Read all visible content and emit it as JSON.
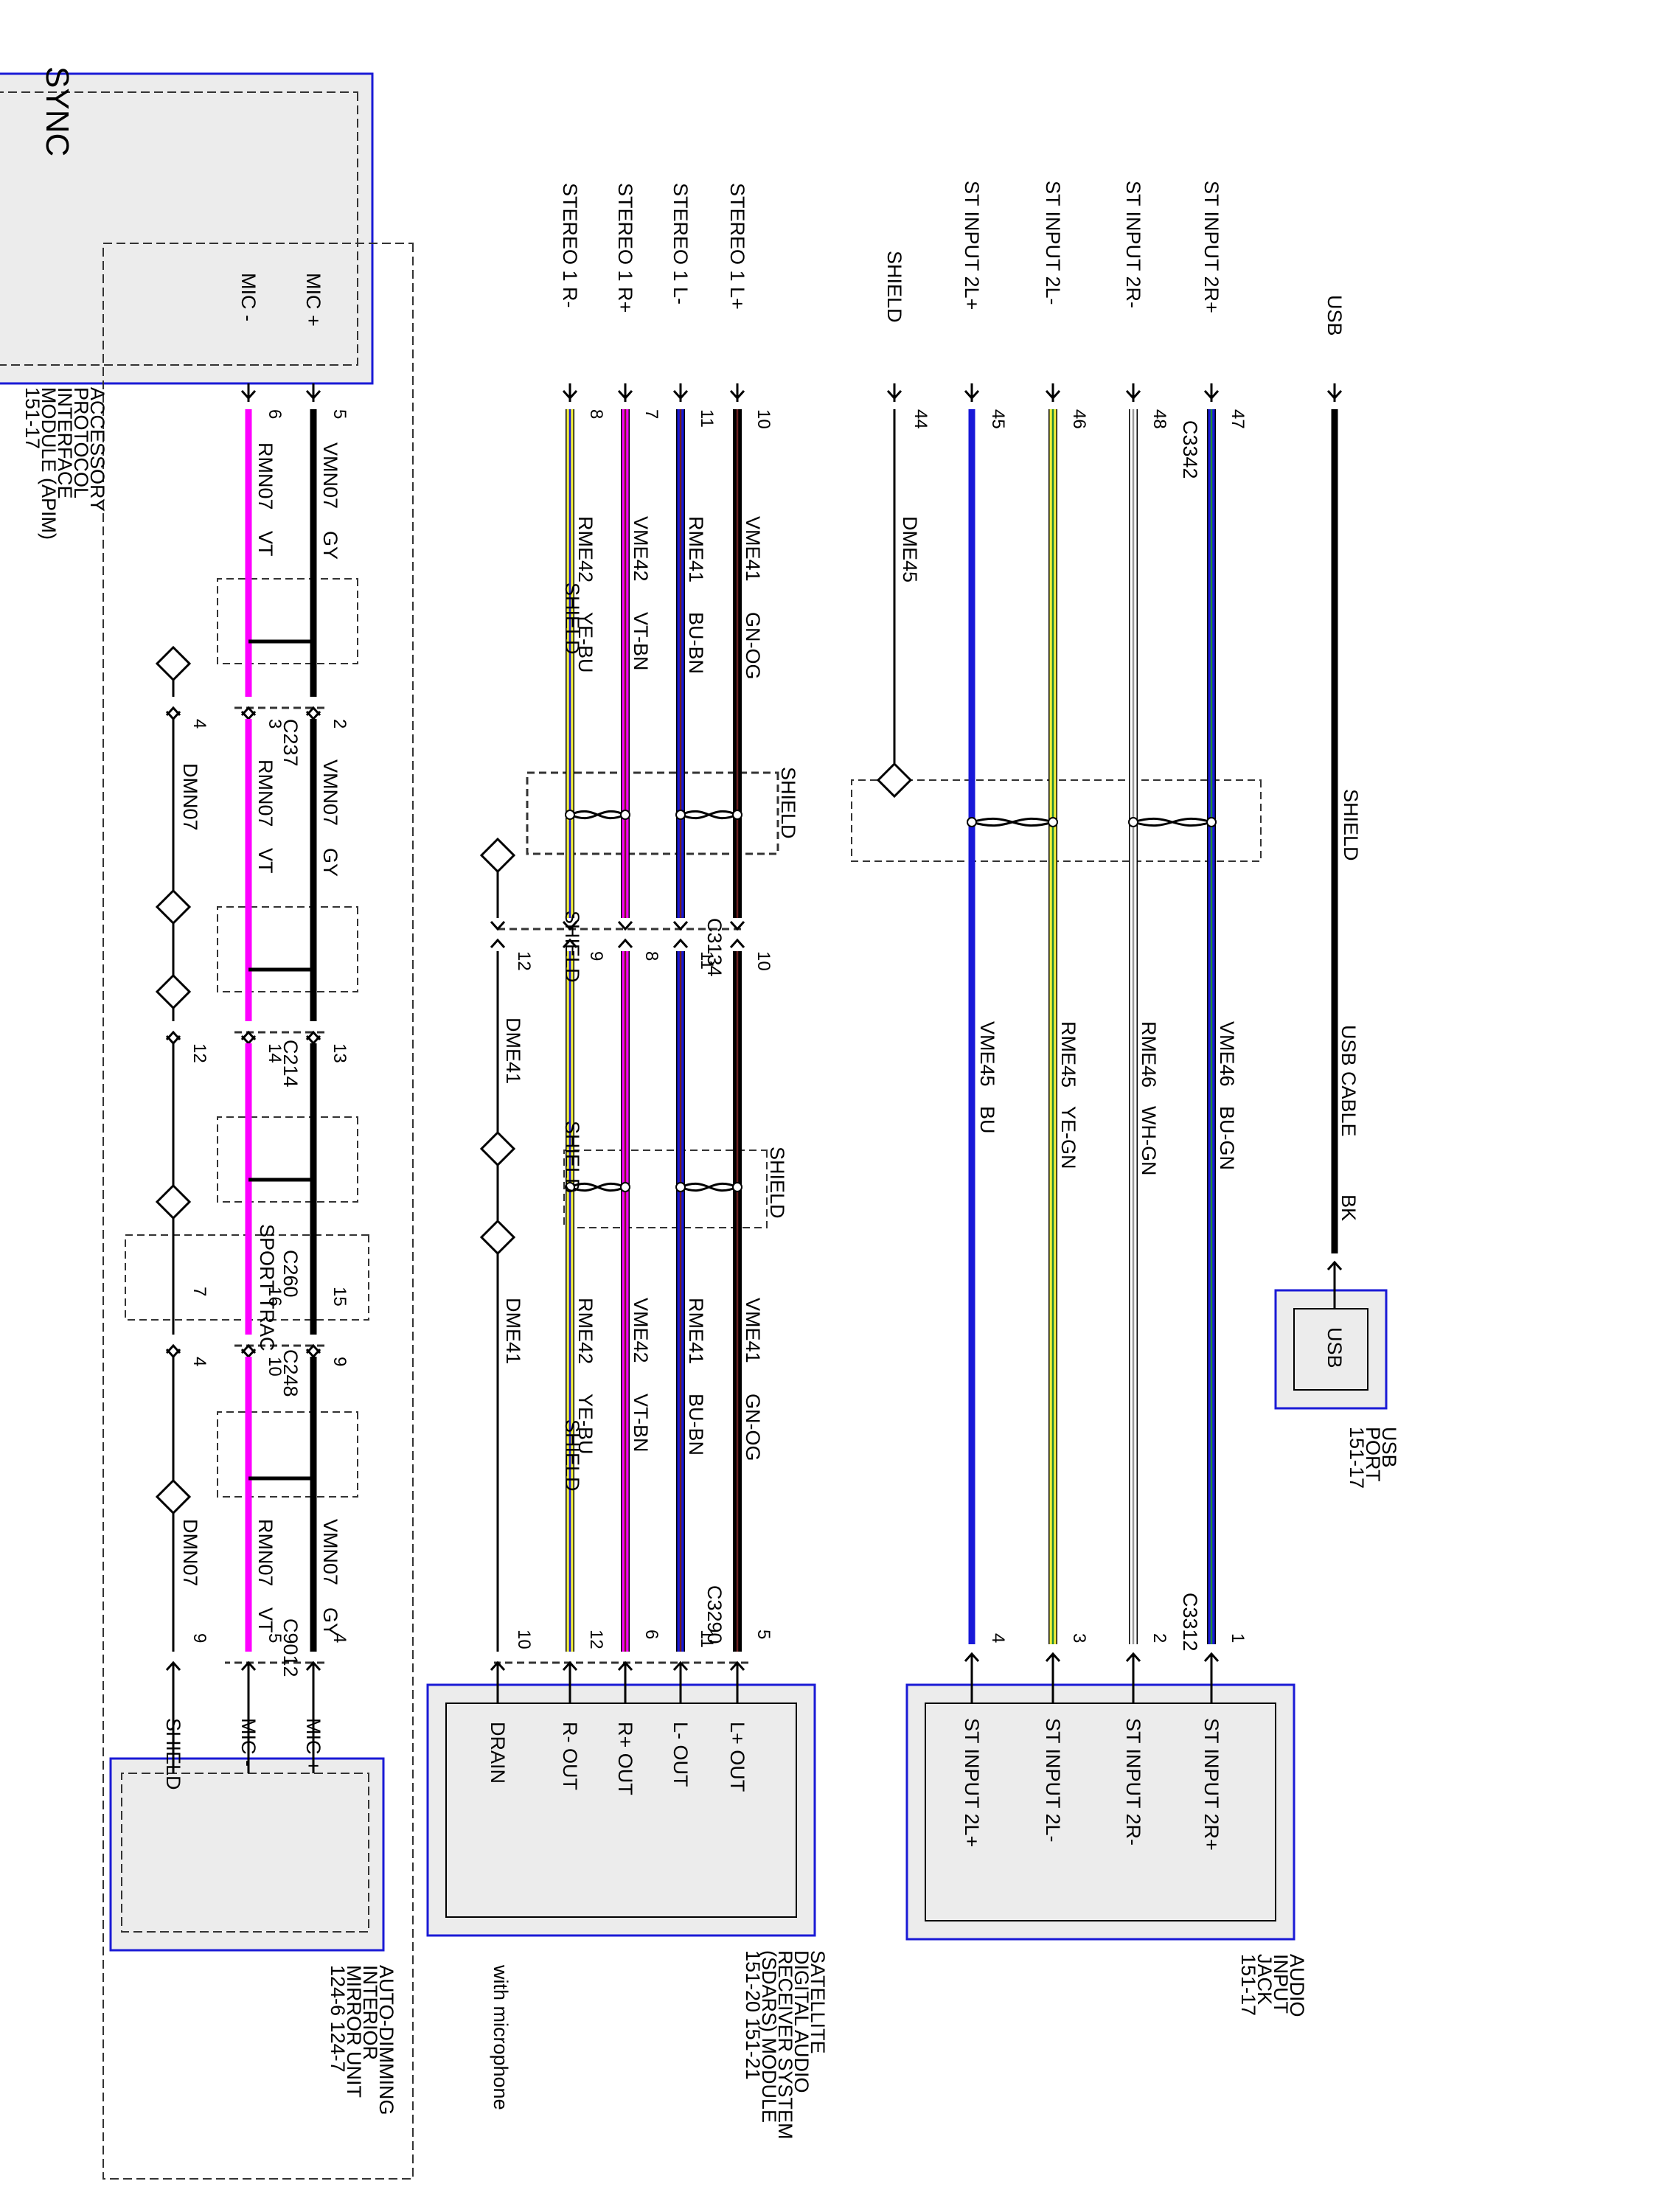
{
  "title": "SYNC",
  "colors": {
    "module_border": "#1a1ad6",
    "module_fill": "#ececec",
    "BK": "#000000",
    "BU": "#1818d8",
    "YE": "#f2ef3a",
    "GY": "#9a9a9a",
    "VT": "#ff00ff",
    "BN": "#6b2020",
    "GN": "#1f8a3a"
  },
  "modules": {
    "apim": {
      "label_lines": [
        "ACCESSORY",
        "PROTOCOL",
        "INTERFACE",
        "MODULE (APIM)",
        "151-17"
      ],
      "terminals": {
        "usb": "USB",
        "st2rp": "ST INPUT 2R+",
        "st2rm": "ST INPUT 2R-",
        "st2lm": "ST INPUT 2L-",
        "st2lp": "ST INPUT 2L+",
        "shield": "SHIELD",
        "s1lp": "STEREO 1 L+",
        "s1lm": "STEREO 1 L-",
        "s1rp": "STEREO 1 R+",
        "s1rm": "STEREO 1 R-",
        "micp": "MIC +",
        "micm": "MIC -"
      }
    },
    "usb_port": {
      "inner": "USB",
      "label_lines": [
        "USB",
        "PORT",
        "151-17"
      ]
    },
    "audio_jack": {
      "label_lines": [
        "AUDIO",
        "INPUT",
        "JACK",
        "151-17"
      ],
      "terminals": [
        "ST INPUT 2R+",
        "ST INPUT 2R-",
        "ST INPUT 2L-",
        "ST INPUT 2L+"
      ]
    },
    "sdars": {
      "label_lines": [
        "SATELLITE",
        "DIGITAL AUDIO",
        "RECEIVER SYSTEM",
        "(SDARS) MODULE",
        "151-20    151-21"
      ],
      "terminals": [
        "L+ OUT",
        "L- OUT",
        "R+ OUT",
        "R- OUT",
        "DRAIN"
      ]
    },
    "mirror": {
      "label_lines": [
        "AUTO-DIMMING",
        "INTERIOR",
        "MIRROR UNIT",
        "124-6        124-7"
      ],
      "note": "with microphone",
      "terminals": [
        "MIC +",
        "MIC -",
        "SHIELD"
      ]
    }
  },
  "connectors": {
    "c3342": "C3342",
    "c3312": "C3312",
    "c3134": "C3134",
    "c3290": "C3290",
    "c237": "C237",
    "c214": "C214",
    "c260": "C260",
    "c248": "C248",
    "c9012": "C9012",
    "sport_trac": "SPORT TRAC"
  },
  "shield_label": "SHIELD",
  "pins": {
    "usb_top": "",
    "st2rp_top": "47",
    "st2rm_top": "48",
    "st2lm_top": "46",
    "st2lp_top": "45",
    "shield_top": "44",
    "st2rp_bot": "1",
    "st2rm_bot": "2",
    "st2lm_bot": "3",
    "st2lp_bot": "4",
    "s1lp_top": "10",
    "s1lm_top": "11",
    "s1rp_top": "7",
    "s1rm_top": "8",
    "s1lp_mid": "10",
    "s1lm_mid": "11",
    "s1rp_mid": "8",
    "s1rm_mid": "9",
    "drain_mid": "12",
    "s1lp_bot": "5",
    "s1lm_bot": "11",
    "s1rp_bot": "6",
    "s1rm_bot": "12",
    "drain_bot": "10",
    "micp_top": "5",
    "micm_top": "6",
    "micp_c237": "2",
    "micm_c237": "3",
    "sh_c237": "4",
    "micp_c214": "13",
    "micm_c214": "14",
    "sh_c214": "12",
    "micp_c260": "15",
    "micm_c260": "16",
    "sh_c260": "7",
    "micp_c248": "9",
    "micm_c248": "10",
    "sh_c248": "4",
    "micp_bot": "4",
    "micm_bot": "5",
    "sh_bot": "9"
  },
  "wires": {
    "usb_cable": {
      "circuit": "USB CABLE",
      "color": "BK"
    },
    "vme46": {
      "circuit": "VME46",
      "color": "BU-GN"
    },
    "rme46": {
      "circuit": "RME46",
      "color": "WH-GN"
    },
    "rme45": {
      "circuit": "RME45",
      "color": "YE-GN"
    },
    "vme45": {
      "circuit": "VME45",
      "color": "BU"
    },
    "dme45": {
      "circuit": "DME45"
    },
    "vme41": {
      "circuit": "VME41",
      "color": "GN-OG"
    },
    "rme41": {
      "circuit": "RME41",
      "color": "BU-BN"
    },
    "vme42": {
      "circuit": "VME42",
      "color": "VT-BN"
    },
    "rme42": {
      "circuit": "RME42",
      "color": "YE-BU"
    },
    "dme41": {
      "circuit": "DME41"
    },
    "vmn07": {
      "circuit": "VMN07",
      "color": "GY"
    },
    "rmn07": {
      "circuit": "RMN07",
      "color": "VT"
    },
    "dmn07": {
      "circuit": "DMN07"
    }
  }
}
